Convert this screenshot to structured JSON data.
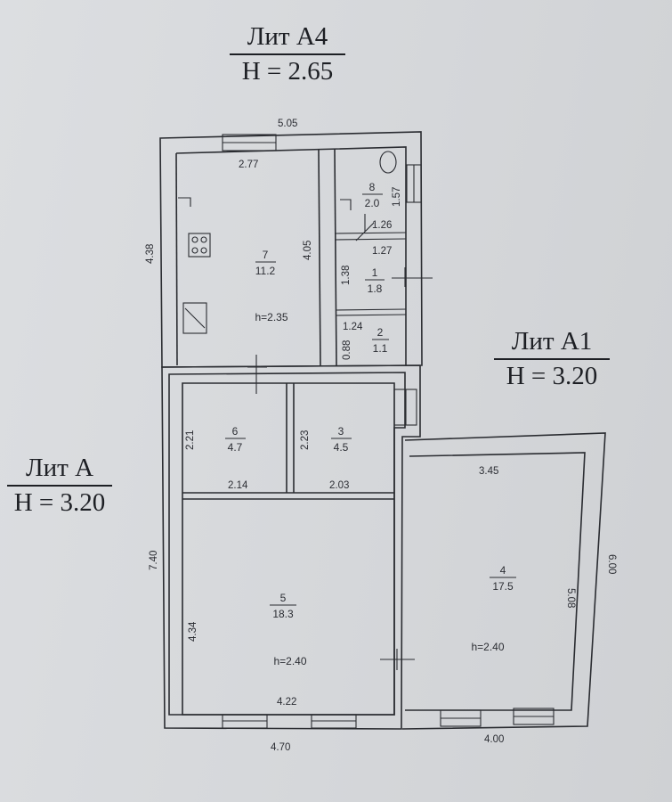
{
  "blocks": {
    "a4": {
      "name": "Лит А4",
      "height": "Н = 2.65"
    },
    "a1": {
      "name": "Лит А1",
      "height": "Н = 3.20"
    },
    "a": {
      "name": "Лит А",
      "height": "Н = 3.20"
    }
  },
  "rooms": [
    {
      "id": "7",
      "num": "7",
      "area": "11.2",
      "h": "h=2.35"
    },
    {
      "id": "8",
      "num": "8",
      "area": "2.0"
    },
    {
      "id": "1",
      "num": "1",
      "area": "1.8"
    },
    {
      "id": "2",
      "num": "2",
      "area": "1.1"
    },
    {
      "id": "6",
      "num": "6",
      "area": "4.7"
    },
    {
      "id": "3",
      "num": "3",
      "area": "4.5"
    },
    {
      "id": "5",
      "num": "5",
      "area": "18.3",
      "h": "h=2.40"
    },
    {
      "id": "4",
      "num": "4",
      "area": "17.5",
      "h": "h=2.40"
    }
  ],
  "dims": {
    "top_a4": "5.05",
    "left_a4": "4.38",
    "r7_w": "2.77",
    "r7_h": "4.05",
    "r8_h": "1.57",
    "r8_w": "1.26",
    "r1_w": "1.27",
    "r1_h": "1.38",
    "r2_w": "1.24",
    "r2_h": "0.88",
    "r6_h": "2.21",
    "r6_w": "2.14",
    "r3_h": "2.23",
    "r3_w": "2.03",
    "left_a": "7.40",
    "r5_h": "4.34",
    "r5_w": "4.22",
    "bottom_a": "4.70",
    "r4_w": "3.45",
    "r4_h": "5.08",
    "right_a1": "6.00",
    "bottom_a1": "4.00"
  }
}
